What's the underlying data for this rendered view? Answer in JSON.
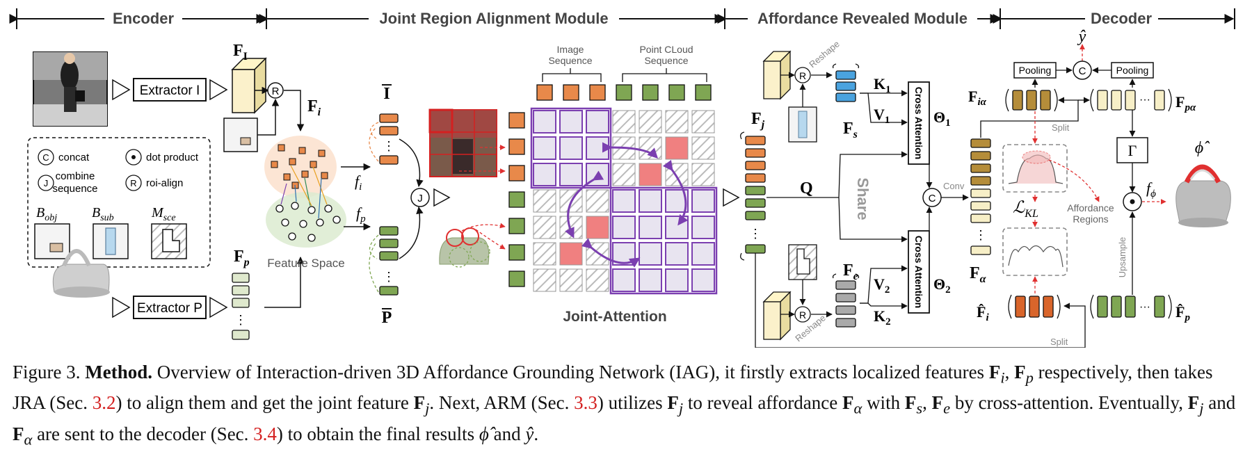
{
  "sections": [
    "Encoder",
    "Joint Region Alignment Module",
    "Affordance Revealed Module",
    "Decoder"
  ],
  "encoder": {
    "extractor_i": "Extractor I",
    "extractor_p": "Extractor P",
    "feat_img": "F",
    "feat_img_sub": "I",
    "feat_i": "F",
    "feat_i_sub": "i",
    "feat_p": "F",
    "feat_p_sub": "p",
    "feature_space": "Feature Space",
    "f_i": "f",
    "f_i_sub": "i",
    "f_p": "f",
    "f_p_sub": "p",
    "roi_symbol": "R",
    "legend": {
      "concat_symbol": "C",
      "concat": "concat",
      "dot_product": "dot product",
      "combine_symbol": "J",
      "combine_line1": "combine",
      "combine_line2": "sequence",
      "roi_symbol": "R",
      "roi_align": "roi-align",
      "b_obj": "B",
      "b_obj_sub": "obj",
      "b_sub": "B",
      "b_sub_sub": "sub",
      "m_sce": "M",
      "m_sce_sub": "sce"
    }
  },
  "jra": {
    "i_bar": "I",
    "p_bar": "P",
    "combine_symbol": "J",
    "image_sequence_1": "Image",
    "image_sequence_2": "Sequence",
    "point_sequence_1": "Point CLoud",
    "point_sequence_2": "Sequence",
    "joint_attention": "Joint-Attention"
  },
  "arm": {
    "f_j": "F",
    "f_j_sub": "j",
    "reshape_top": "Reshape",
    "reshape_bottom": "Reshape",
    "roi_symbol": "R",
    "k1": "K",
    "k1_sub": "1",
    "v1": "V",
    "v1_sub": "1",
    "f_s": "F",
    "f_s_sub": "s",
    "q": "Q",
    "share": "Share",
    "f_e": "F",
    "f_e_sub": "e",
    "v2": "V",
    "v2_sub": "2",
    "k2": "K",
    "k2_sub": "2",
    "cross_attention": "Cross Attention",
    "theta1": "Θ",
    "theta1_sub": "1",
    "theta2": "Θ",
    "theta2_sub": "2",
    "concat_symbol": "C",
    "conv": "Conv"
  },
  "decoder": {
    "y_hat": "ŷ",
    "pooling": "Pooling",
    "concat_symbol": "C",
    "f_ialpha": "F",
    "f_ialpha_sub": "iα",
    "f_palpha": "F",
    "f_palpha_sub": "pα",
    "split_top": "Split",
    "f_alpha": "F",
    "f_alpha_sub": "α",
    "l_kl": "ℒ",
    "l_kl_sub": "KL",
    "affordance_regions_1": "Affordance",
    "affordance_regions_2": "Regions",
    "gamma": "Γ",
    "f_phi": "f",
    "f_phi_sub": "ϕ",
    "phi_hat": "ϕ̂",
    "upsample": "Upsample",
    "fi_hat": "F̂",
    "fi_hat_sub": "i",
    "fp_hat": "F̂",
    "fp_hat_sub": "p",
    "split_bottom": "Split",
    "ellipsis": "···"
  },
  "caption": {
    "prefix": "Figure 3. ",
    "bold": "Method.",
    "t1": " Overview of Interaction-driven 3D Affordance Grounding Network (IAG), it firstly extracts localized features ",
    "m1": "F",
    "m1_sub": "i",
    "t2": ", ",
    "m2": "F",
    "m2_sub": "p",
    "t3": " respectively, then takes JRA (Sec. ",
    "ref1": "3.2",
    "t4": ") to align them and get the joint feature ",
    "m3": "F",
    "m3_sub": "j",
    "t5": ". Next, ARM (Sec. ",
    "ref2": "3.3",
    "t6": ") utilizes ",
    "m4": "F",
    "m4_sub": "j",
    "t7": " to reveal affordance ",
    "m5": "F",
    "m5_sub": "α",
    "t8": " with ",
    "m6": "F",
    "m6_sub": "s",
    "t9": ", ",
    "m7": "F",
    "m7_sub": "e",
    "t10": " by cross-attention. Eventually, ",
    "m8": "F",
    "m8_sub": "j",
    "t11": " and ",
    "m9": "F",
    "m9_sub": "α",
    "t12": " are sent to the decoder (Sec. ",
    "ref3": "3.4",
    "t13": ") to obtain the final results ",
    "m10": "ϕ̂",
    "t14": " and ",
    "m11": "ŷ",
    "t15": "."
  },
  "colors": {
    "orange": "#e8894a",
    "green": "#7fa653",
    "purple": "#7b3fb0",
    "red": "#e05555",
    "blue": "#4aa3df",
    "cream": "#f7efc7",
    "gold": "#b58d3a",
    "grey": "#aaaaaa"
  }
}
